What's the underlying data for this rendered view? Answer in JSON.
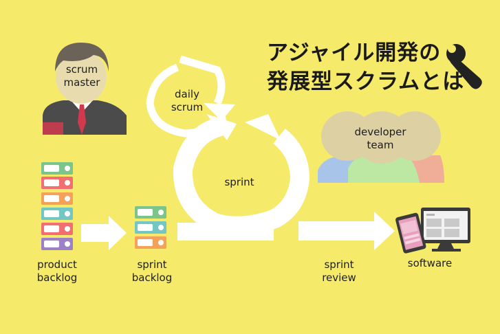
{
  "title": {
    "line1": "アジャイル開発の",
    "line2": "発展型スクラムとは"
  },
  "labels": {
    "scrum_master": "scrum\nmaster",
    "daily_scrum": "daily\nscrum",
    "sprint": "sprint",
    "developer_team": "developer\nteam",
    "product_backlog": "product\nbacklog",
    "sprint_backlog": "sprint\nbacklog",
    "sprint_review": "sprint\nreview",
    "software": "software"
  },
  "icons": [
    "wrench-icon",
    "person-icon",
    "team-icon",
    "server-stack-icon",
    "monitor-icon",
    "tablet-icon"
  ],
  "colors": {
    "background": "#f6ea6b",
    "arrow": "#ffffff",
    "face": "#e8dcae",
    "hair": "#6c6358",
    "suit": "#4b4b4b",
    "tie": "#d13a4e",
    "team_blue": "#a9c4e9",
    "team_green": "#bde8a4",
    "team_salmon": "#f0ad97",
    "team_face": "#ddd0a3"
  }
}
